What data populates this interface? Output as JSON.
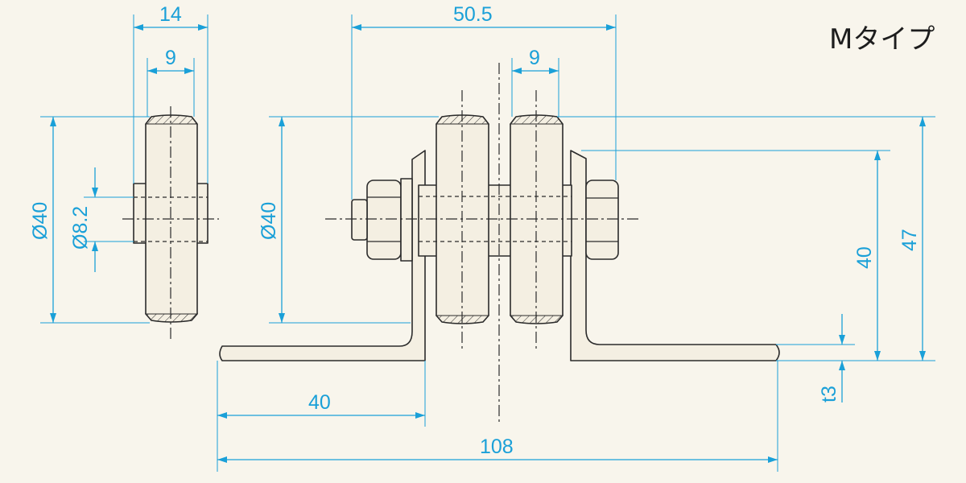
{
  "title": "Mタイプ",
  "dimensions": {
    "side_width": "14",
    "side_tread": "9",
    "side_diameter": "Ø40",
    "side_bore": "Ø8.2",
    "front_span": "50.5",
    "front_tread": "9",
    "front_diameter": "Ø40",
    "height_axle": "40",
    "height_total": "47",
    "thickness": "t3",
    "base_left": "40",
    "base_total": "108"
  },
  "colors": {
    "background": "#f8f5ec",
    "dimension": "#1aa0d8",
    "outline": "#2b2b2b"
  }
}
